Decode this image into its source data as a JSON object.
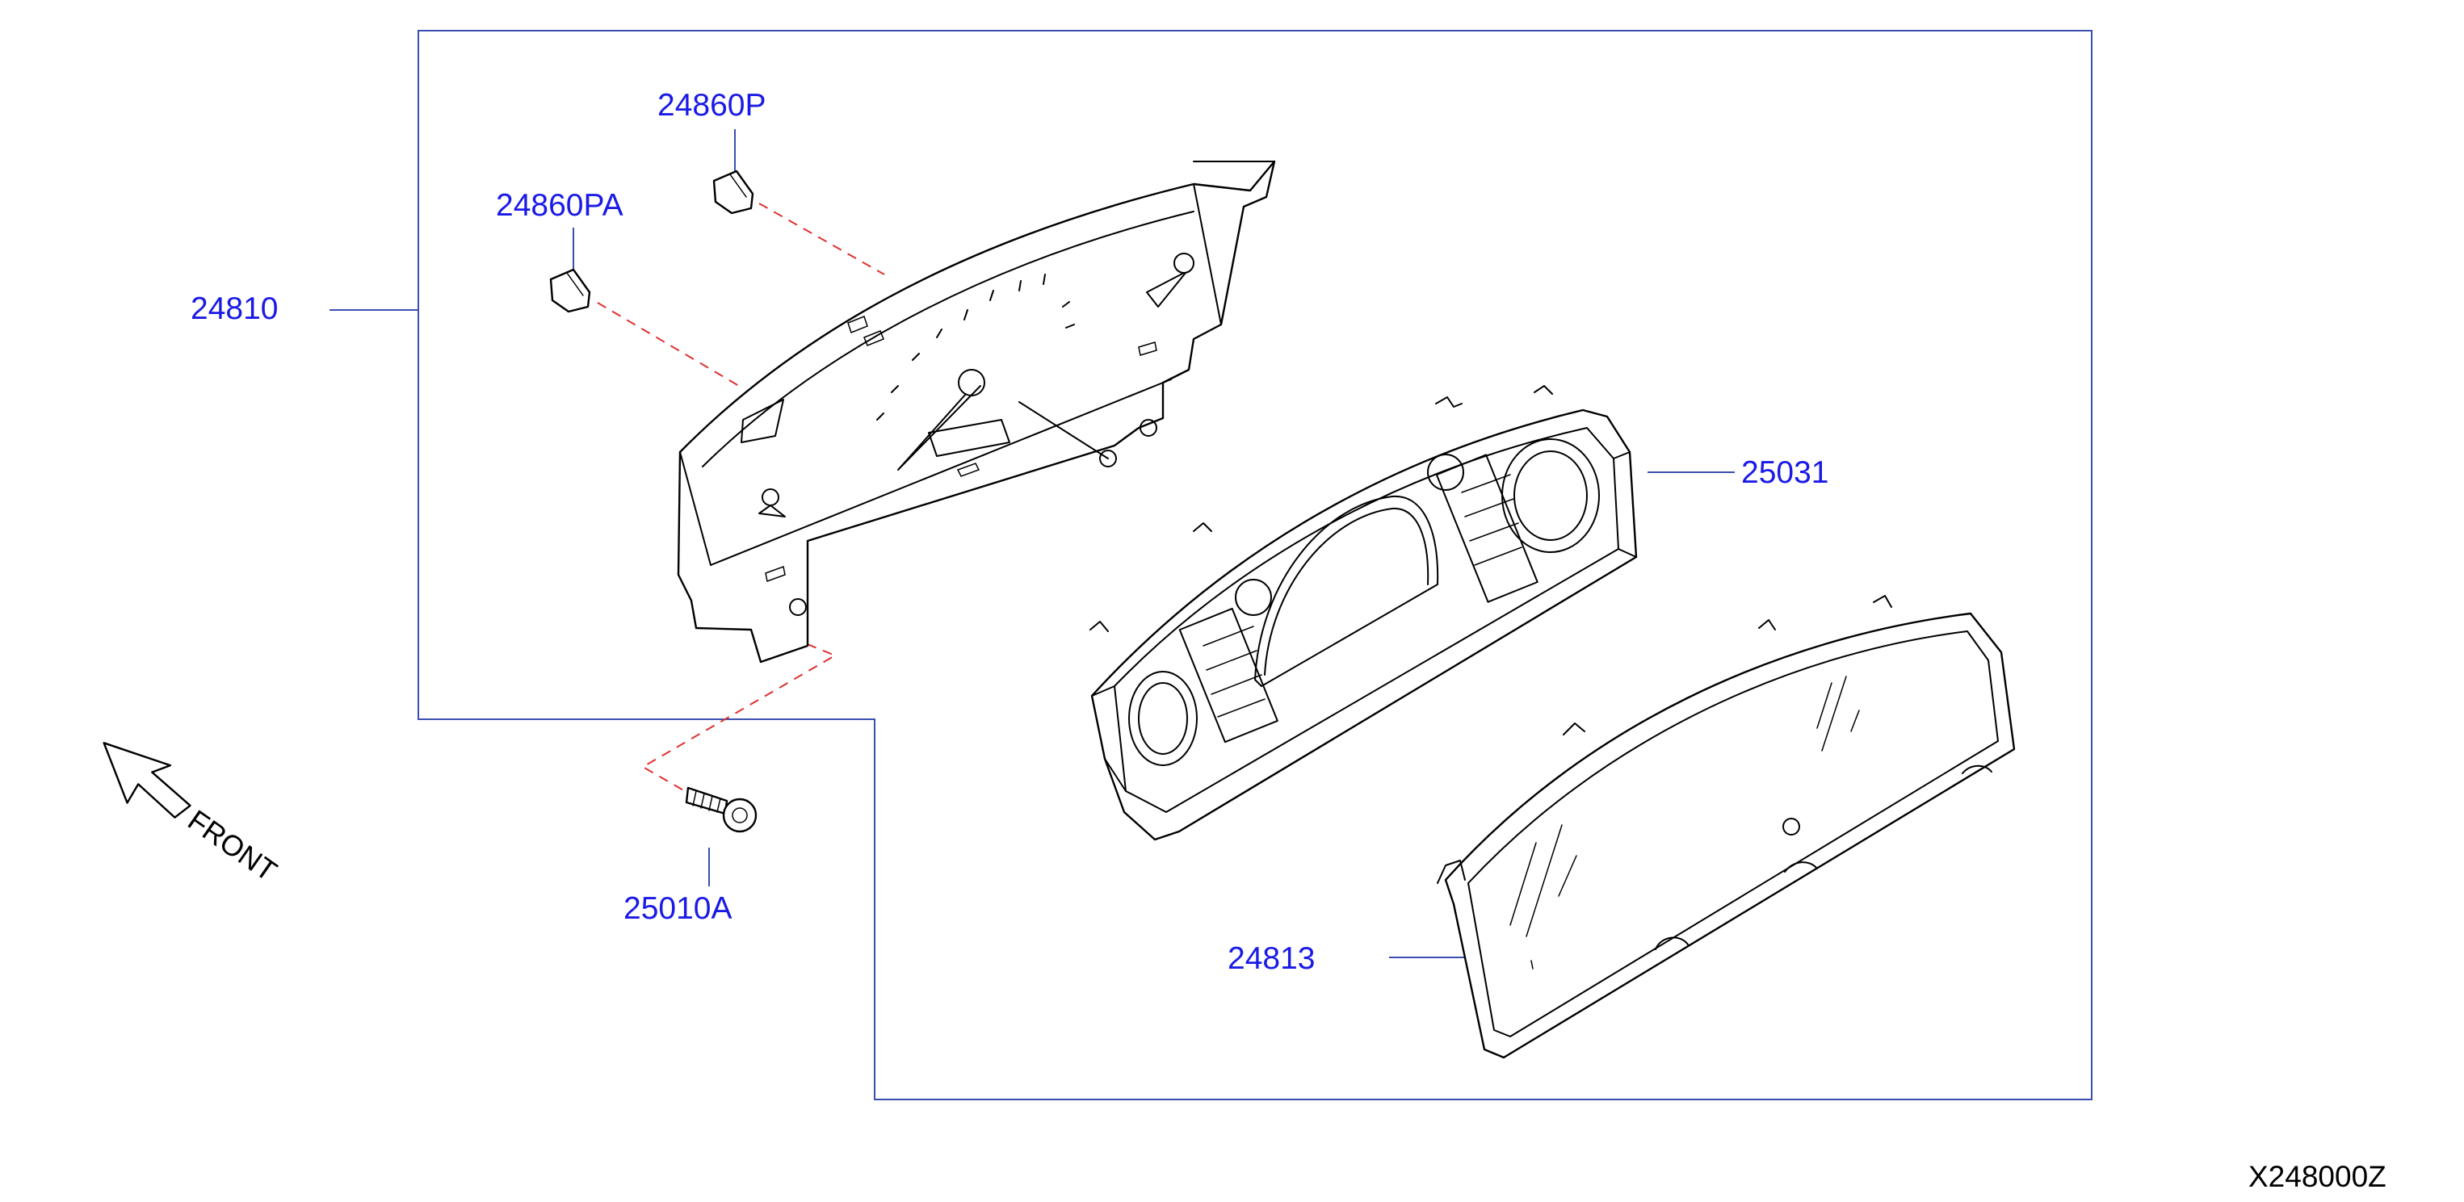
{
  "diagram": {
    "callouts": {
      "p24810": "24810",
      "p24860P": "24860P",
      "p24860PA": "24860PA",
      "p25031": "25031",
      "p24813": "24813",
      "p25010A": "25010A"
    },
    "front_label": "FRONT",
    "diagram_id": "X248000Z",
    "colors": {
      "callout_text": "#1a1ae6",
      "frame_and_leaders": "#3a4fb0",
      "dashed_guides": "#e03030",
      "part_outline": "#000000"
    }
  }
}
